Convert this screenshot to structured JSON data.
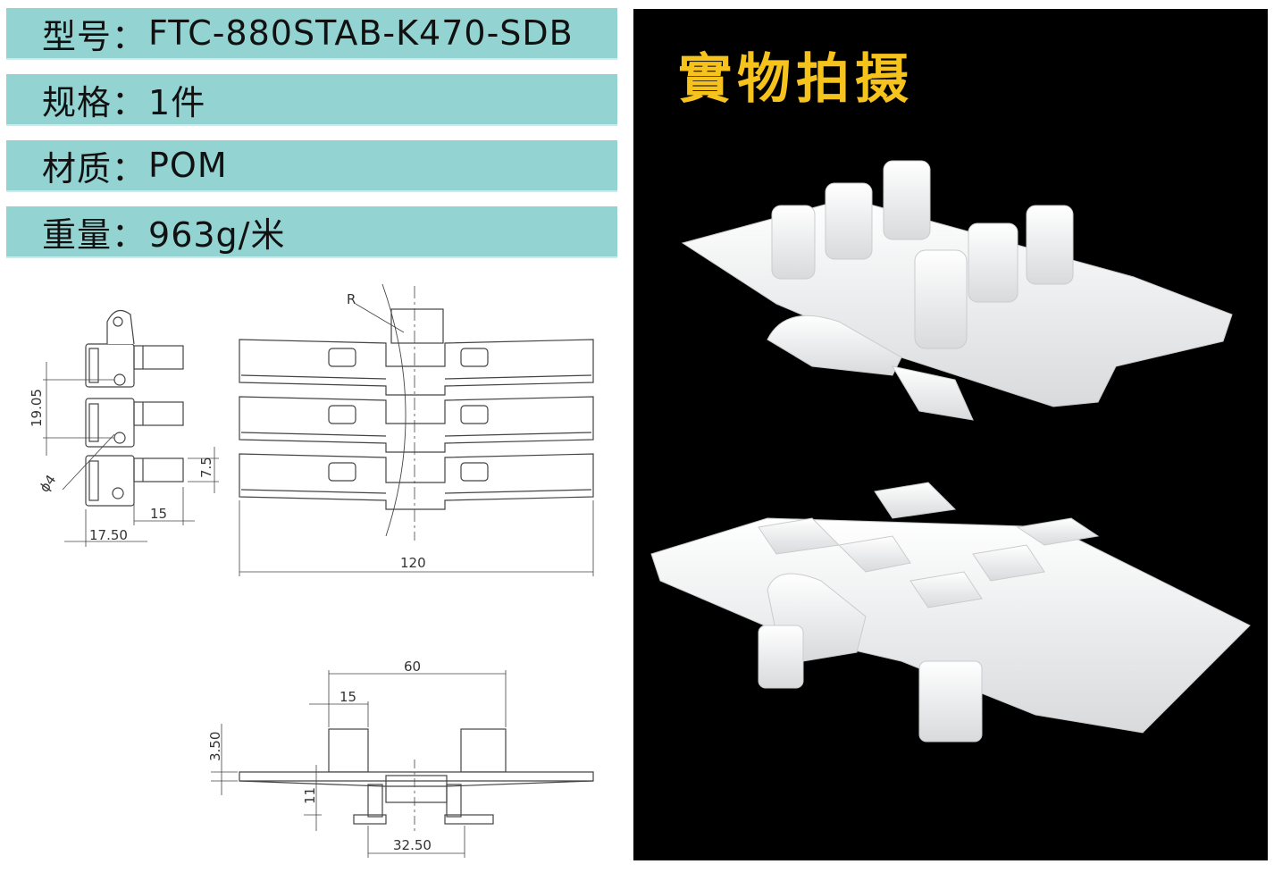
{
  "specs": [
    {
      "label": "型号：",
      "value": "FTC-880STAB-K470-SDB"
    },
    {
      "label": "规格：",
      "value": "1件"
    },
    {
      "label": "材质：",
      "value": "POM"
    },
    {
      "label": "重量：",
      "value": "963g/米"
    }
  ],
  "drawing": {
    "dim_pitch": "19.05",
    "dim_hole": "ϕ4",
    "dim_tab_height": "7.5",
    "dim_tab_width": "15",
    "dim_side_offset": "17.50",
    "dim_total_width": "120",
    "dim_radius": "R",
    "dim_tab_span": "60",
    "dim_tab_w2": "15",
    "dim_tab_h2": "3.50",
    "dim_depth": "11",
    "dim_base": "32.50"
  },
  "photo": {
    "title": "實物拍摄",
    "title_color": "#f6c21c",
    "background": "#000000"
  }
}
